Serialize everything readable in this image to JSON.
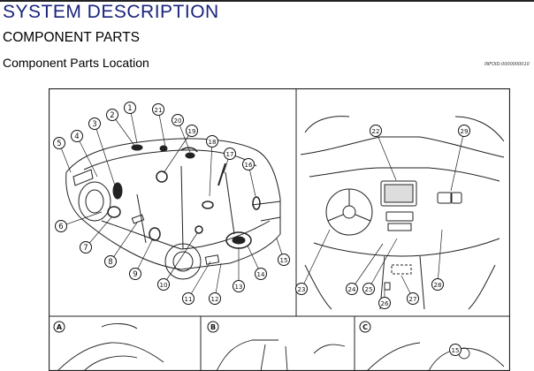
{
  "header": {
    "section_title": "SYSTEM DESCRIPTION",
    "sub_title": "COMPONENT PARTS",
    "page_heading": "Component Parts Location",
    "info_id": "INFOID:0000000010"
  },
  "figure": {
    "callouts": [
      "1",
      "2",
      "3",
      "4",
      "5",
      "6",
      "7",
      "8",
      "9",
      "10",
      "11",
      "12",
      "13",
      "14",
      "15",
      "16",
      "17",
      "18",
      "19",
      "20",
      "21",
      "22",
      "23",
      "24",
      "25",
      "26",
      "27",
      "28",
      "29"
    ],
    "detail_panels": [
      {
        "label": "A"
      },
      {
        "label": "B"
      },
      {
        "label": "C"
      }
    ],
    "detail_callouts": [
      "15"
    ]
  }
}
